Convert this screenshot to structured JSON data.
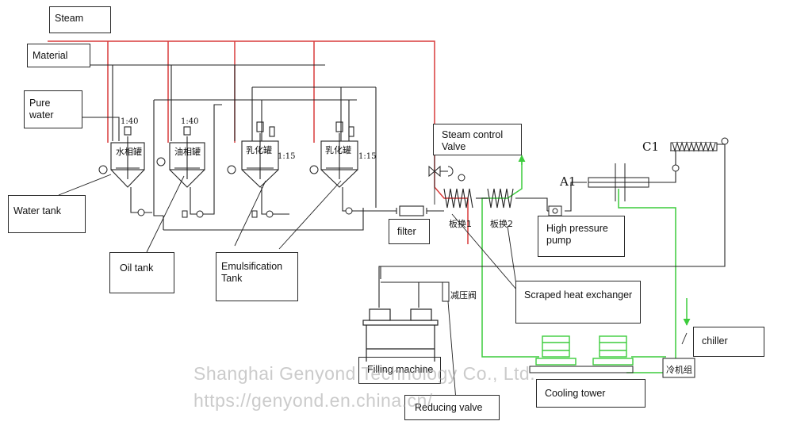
{
  "colors": {
    "steam_line": "#d93a3a",
    "cooling_line": "#3ccc3c",
    "process_line": "#222222",
    "watermark": "#a0a0a0"
  },
  "labels": {
    "steam": "Steam",
    "material": "Material",
    "pure_water": "Pure water",
    "water_tank": "Water tank",
    "oil_tank": "Oil tank",
    "emulsification_tank": "Emulsification Tank",
    "filter": "filter",
    "steam_control_valve": "Steam control Valve",
    "high_pressure_pump": "High pressure pump",
    "scraped_heat_exchanger": "Scraped heat exchanger",
    "filling_machine": "Filling machine",
    "reducing_valve": "Reducing valve",
    "cooling_tower": "Cooling tower",
    "chiller": "chiller"
  },
  "tank_tags": {
    "water_tank_name": "水相罐",
    "oil_tank_name": "油相罐",
    "emulsion_tank_1_name": "乳化罐",
    "emulsion_tank_2_name": "乳化罐",
    "water_ratio": "1:40",
    "oil_ratio": "1:40",
    "emulsion_ratio_1": "1:15",
    "emulsion_ratio_2": "1:15"
  },
  "equipment_tags": {
    "exchanger_1": "板换1",
    "exchanger_2": "板换2",
    "reducing_valve_cn": "减压阀",
    "chiller_unit_cn": "冷机组",
    "a1": "A1",
    "c1": "C1"
  },
  "watermark": {
    "company": "Shanghai Genyond Technology Co., Ltd.",
    "url": "https://genyond.en.china.cn/"
  }
}
